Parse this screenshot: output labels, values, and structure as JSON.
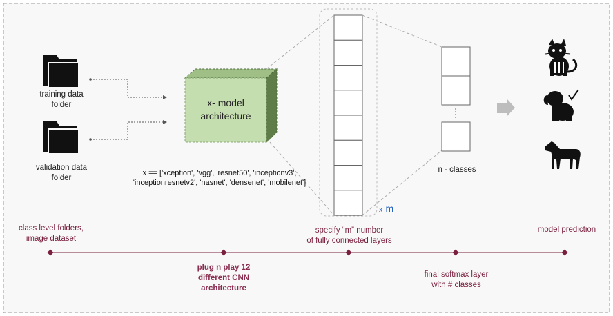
{
  "inputs": {
    "training_label_line1": "training data",
    "training_label_line2": "folder",
    "validation_label_line1": "validation data",
    "validation_label_line2": "folder"
  },
  "model": {
    "label_line1": "x- model",
    "label_line2": "architecture",
    "list_line1": "x == ['xception', 'vgg', 'resnet50', 'inceptionv3',",
    "list_line2": "'inceptionresnetv2', 'nasnet', 'densenet', 'mobilenet']"
  },
  "dense": {
    "multiplier_x": "x",
    "multiplier_m": "m"
  },
  "output": {
    "label": "n - classes",
    "icons": [
      "cat-icon",
      "dog-icon",
      "horse-icon"
    ]
  },
  "timeline": {
    "top_labels": [
      {
        "line1": "class level folders,",
        "line2": "image dataset"
      },
      {
        "line1": "specify  “m” number",
        "line2": "of fully connected layers"
      },
      {
        "line1": "model prediction",
        "line2": ""
      }
    ],
    "bottom_labels": [
      {
        "line1": "plug  n play 12",
        "line2": "different CNN",
        "line3": "architecture"
      },
      {
        "line1": "final  softmax layer",
        "line2": "with # classes"
      }
    ]
  },
  "colors": {
    "model_front": "#c5deb0",
    "model_side": "#5e7d49",
    "timeline": "#7a1f3d",
    "accent_blue": "#1f5fbf"
  }
}
